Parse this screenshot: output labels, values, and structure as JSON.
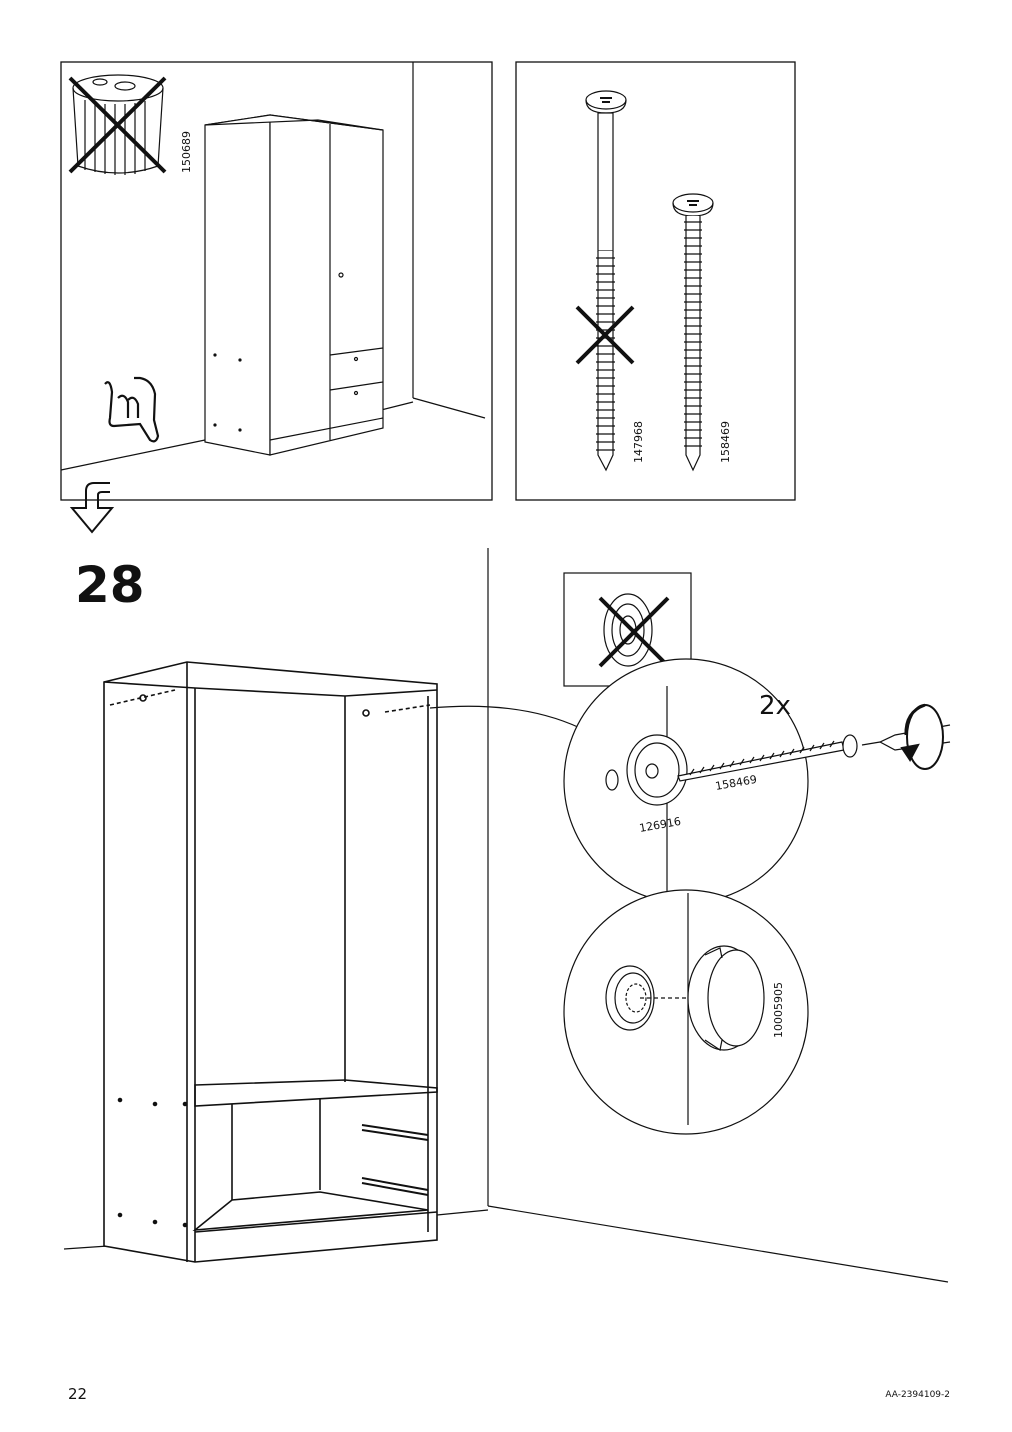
{
  "step": {
    "number": "28",
    "quantity": "2x"
  },
  "parts": {
    "warning_part": "150689",
    "long_screw": "147968",
    "short_screw": "158469",
    "screw_callout": "158469",
    "washer": "126916",
    "cap": "10005905"
  },
  "footer": {
    "page_number": "22",
    "document_code": "AA-2394109-2"
  },
  "icons": [
    "cross-out-icon",
    "pointing-hand-icon",
    "down-arrow-icon",
    "rotate-arrow-icon"
  ]
}
